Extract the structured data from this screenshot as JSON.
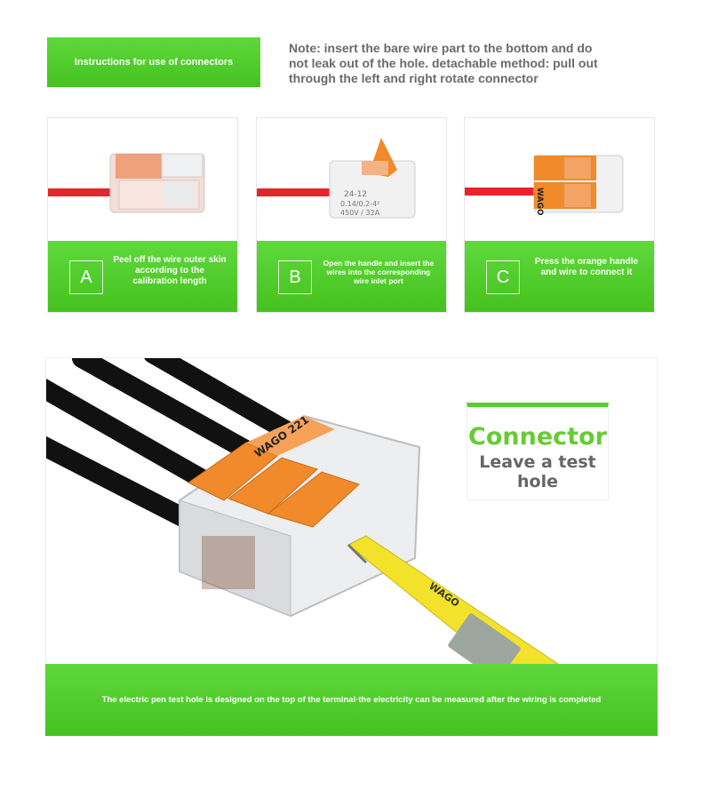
{
  "header": {
    "title": "Instructions for use of connectors",
    "note_lines": [
      "Note: insert the bare wire part to the bottom and do",
      "not leak out of the hole. detachable method: pull out",
      "through the left and right rotate connector"
    ]
  },
  "steps": [
    {
      "letter": "A",
      "text": "Peel off the wire outer skin according to the calibration length"
    },
    {
      "letter": "B",
      "text": "Open the handle and insert the wires into the corresponding wire inlet port"
    },
    {
      "letter": "C",
      "text": "Press the orange handle and wire to connect it"
    }
  ],
  "callout": {
    "title": "Connector",
    "subtitle": "Leave a test hole"
  },
  "footer": {
    "text": "The electric pen test hole is designed on the top of the terminal·the electricity can be measured after the wiring is completed"
  },
  "colors": {
    "green": "#4cc826",
    "orange": "#f08a2a",
    "yellow": "#f2e22a",
    "wire_red": "#e8232b"
  }
}
